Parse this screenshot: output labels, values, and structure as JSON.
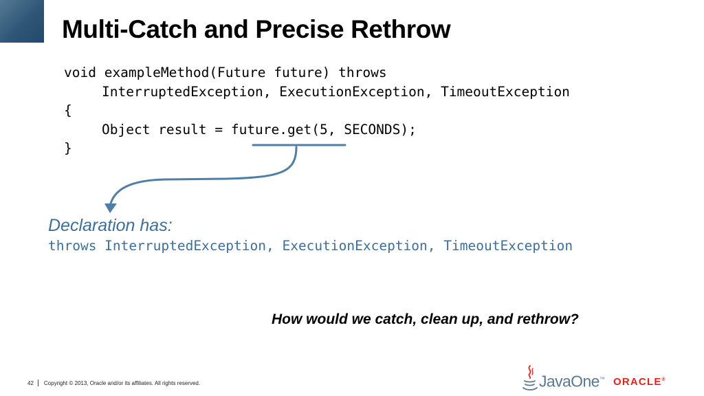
{
  "slide": {
    "title": "Multi-Catch and Precise Rethrow",
    "code_lines": [
      "void exampleMethod(Future future) throws",
      "InterruptedException, ExecutionException, TimeoutException",
      "{",
      "Object result = future.get(5, SECONDS);",
      "}"
    ],
    "declaration_label": "Declaration has:",
    "declaration_code": "throws InterruptedException, ExecutionException, TimeoutException",
    "question": "How would we catch, clean up, and rethrow?"
  },
  "footer": {
    "page_number": "42",
    "copyright": "Copyright © 2013, Oracle and/or its affiliates. All rights reserved."
  },
  "logos": {
    "javaone": "JavaOne",
    "javaone_tm": "™",
    "oracle": "ORACLE",
    "oracle_reg": "®"
  },
  "colors": {
    "accent_blue": "#3d6f98",
    "arrow_blue": "#4f7fa6",
    "corner_block": "#2f5677",
    "oracle_red": "#e2231a"
  }
}
